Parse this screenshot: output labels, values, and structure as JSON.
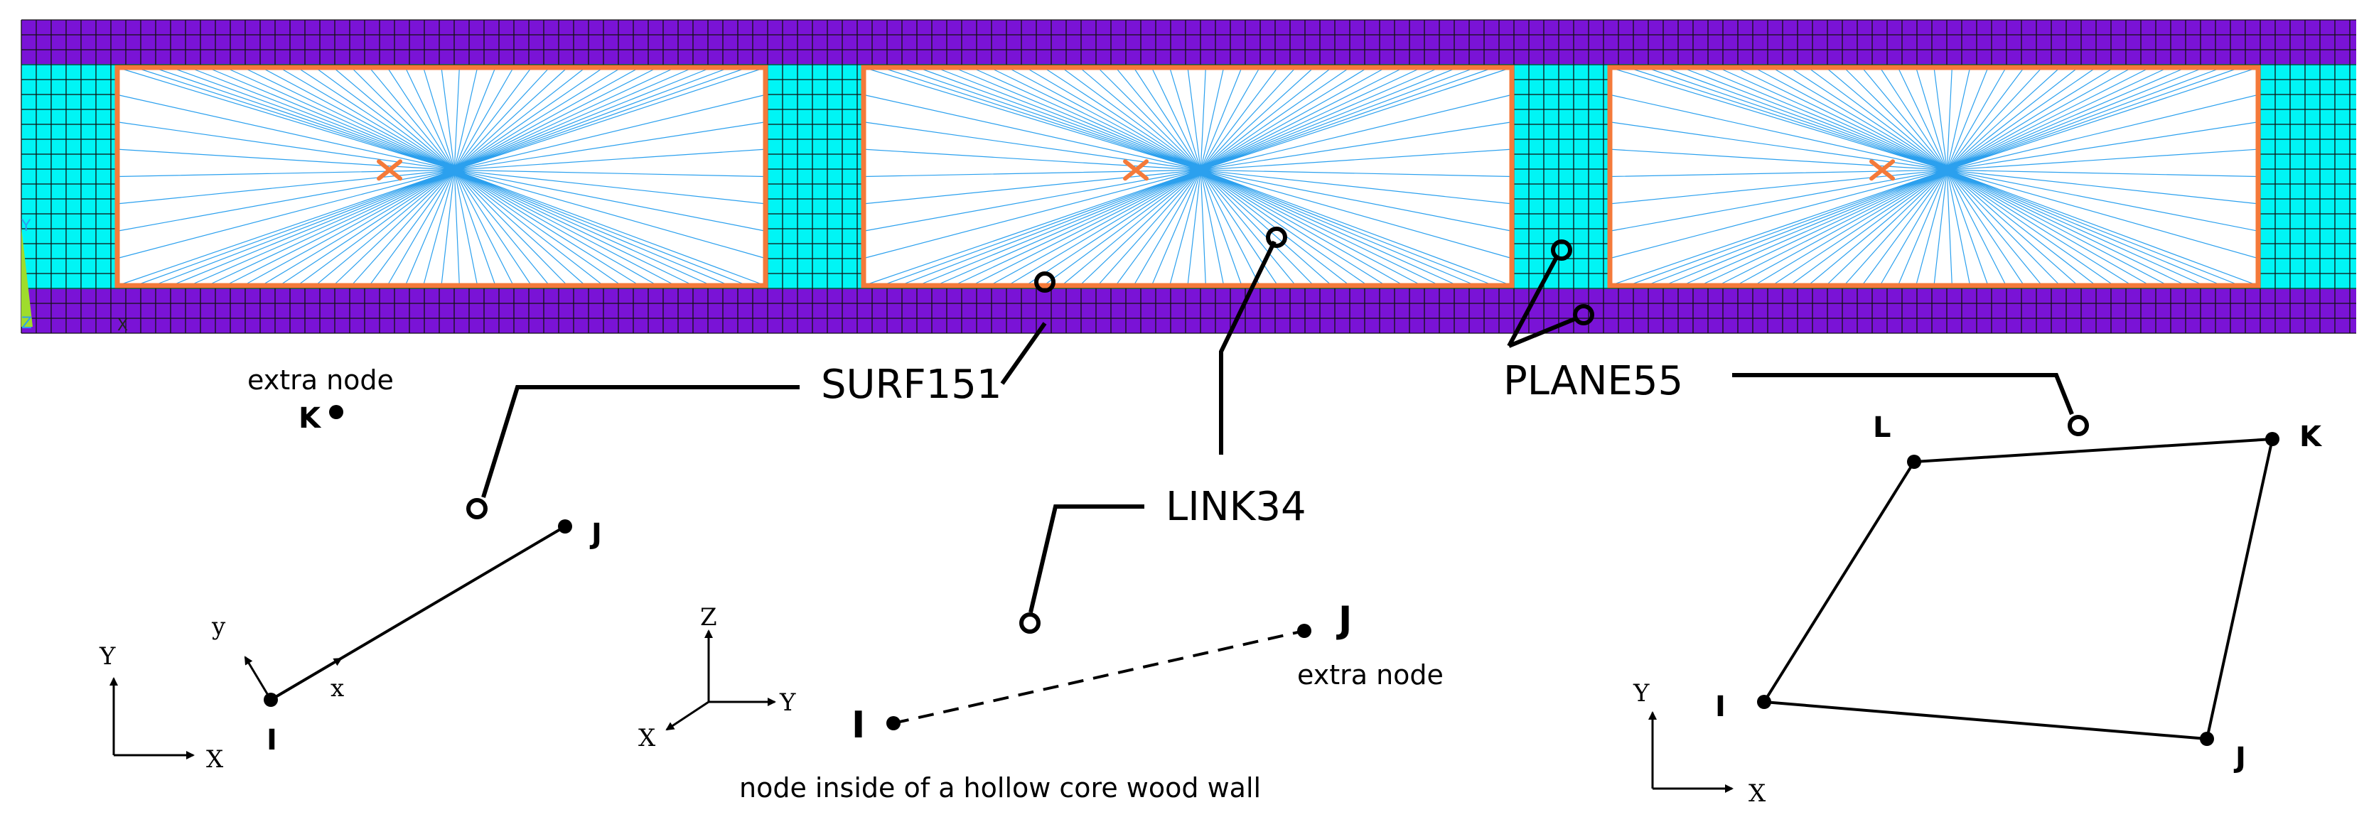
{
  "colors": {
    "purple": "#7a13d6",
    "cyan": "#00f5f5",
    "orange": "#f47a3a",
    "fan": "#2ba0ee",
    "grid": "#111111",
    "black": "#000000"
  },
  "mesh": {
    "corner_y": "Y",
    "corner_z": "Z",
    "corner_x": "X"
  },
  "callouts": {
    "surf151": "SURF151",
    "link34": "LINK34",
    "plane55": "PLANE55"
  },
  "surf151": {
    "extra_node_label": "extra node",
    "node_k": "K",
    "node_j": "J",
    "node_i": "I",
    "local_y": "y",
    "local_x": "x",
    "axis_y": "Y",
    "axis_x": "X"
  },
  "link34": {
    "node_i": "I",
    "node_j": "J",
    "extra_node_label": "extra node",
    "caption": "node inside of a hollow core wood wall",
    "axis_z": "Z",
    "axis_y": "Y",
    "axis_x": "X"
  },
  "plane55": {
    "node_i": "I",
    "node_j": "J",
    "node_k": "K",
    "node_l": "L",
    "axis_y": "Y",
    "axis_x": "X"
  }
}
